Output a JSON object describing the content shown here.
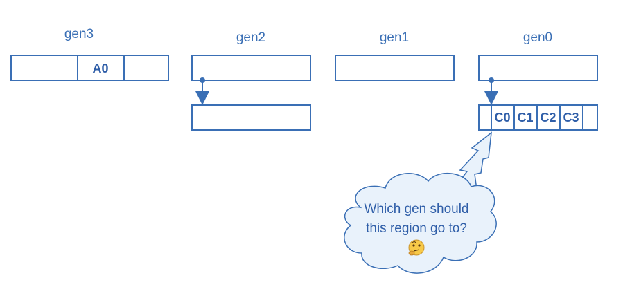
{
  "generations": [
    {
      "label": "gen3",
      "cells": [
        "A0"
      ]
    },
    {
      "label": "gen2",
      "cells": []
    },
    {
      "label": "gen1",
      "cells": []
    },
    {
      "label": "gen0",
      "cells": [
        "C0",
        "C1",
        "C2",
        "C3"
      ]
    }
  ],
  "thought_bubble": {
    "line1": "Which gen should",
    "line2": "this region go to?",
    "emoji": "🤔"
  },
  "colors": {
    "stroke": "#3a6fb5",
    "text": "#2f5ea8",
    "cloud_fill": "#e9f2fb",
    "emoji_fill": "#f7c948"
  }
}
